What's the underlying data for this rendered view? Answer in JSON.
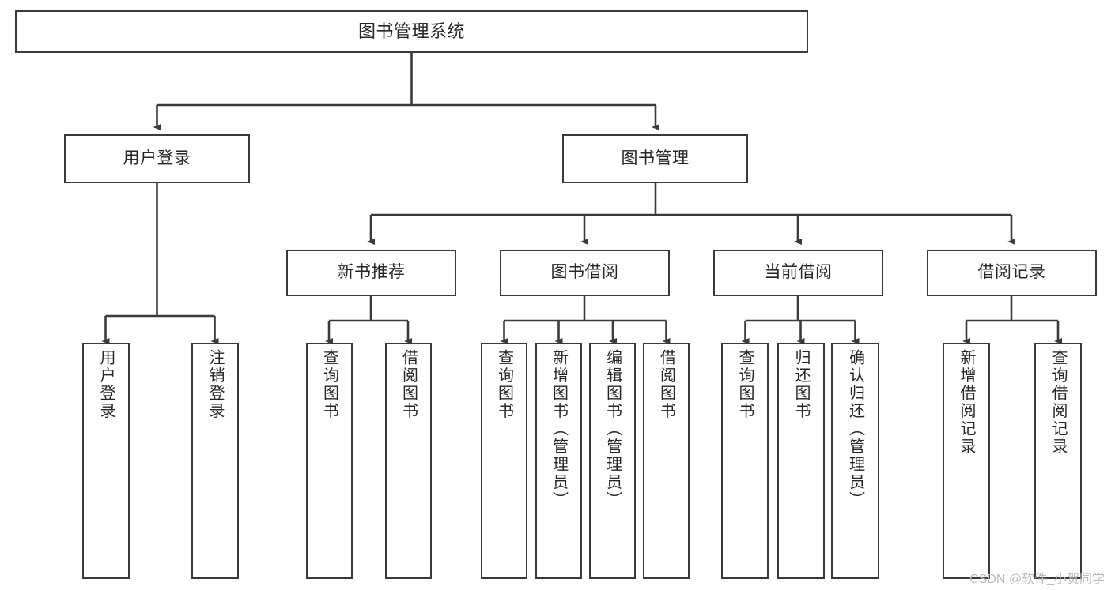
{
  "diagram": {
    "title": "图书管理系统",
    "type": "tree-hierarchy-chart",
    "colors": {
      "box_border": "#3a3a3a",
      "box_fill": "#ffffff",
      "edge": "#3a3a3a",
      "text": "#262626",
      "watermark": "#b9b9b9",
      "background": "#ffffff"
    },
    "watermark": "CSDN @软件_小贺同学",
    "nodes": {
      "root": {
        "label": "图书管理系统"
      },
      "level2": [
        {
          "id": "user-login",
          "label": "用户登录"
        },
        {
          "id": "book-management",
          "label": "图书管理"
        }
      ],
      "level3": [
        {
          "id": "new-book-recommend",
          "label": "新书推荐"
        },
        {
          "id": "book-borrow",
          "label": "图书借阅"
        },
        {
          "id": "current-borrow",
          "label": "当前借阅"
        },
        {
          "id": "borrow-record",
          "label": "借阅记录"
        }
      ],
      "leaves": {
        "user_login": [
          {
            "id": "leaf-user-login",
            "label": "用户登录"
          },
          {
            "id": "leaf-logout-login",
            "label": "注销登录"
          }
        ],
        "new_book_recommend": [
          {
            "id": "leaf-query-book-1",
            "label": "查询图书"
          },
          {
            "id": "leaf-borrow-book-1",
            "label": "借阅图书"
          }
        ],
        "book_borrow": [
          {
            "id": "leaf-query-book-2",
            "label": "查询图书"
          },
          {
            "id": "leaf-add-book",
            "label": "新增图书（管理员）"
          },
          {
            "id": "leaf-edit-book",
            "label": "编辑图书（管理员）"
          },
          {
            "id": "leaf-borrow-book-2",
            "label": "借阅图书"
          }
        ],
        "current_borrow": [
          {
            "id": "leaf-query-book-3",
            "label": "查询图书"
          },
          {
            "id": "leaf-return-book",
            "label": "归还图书"
          },
          {
            "id": "leaf-confirm-return",
            "label": "确认归还（管理员）"
          }
        ],
        "borrow_record": [
          {
            "id": "leaf-add-record",
            "label": "新增借阅记录"
          },
          {
            "id": "leaf-query-record",
            "label": "查询借阅记录"
          }
        ]
      }
    }
  }
}
